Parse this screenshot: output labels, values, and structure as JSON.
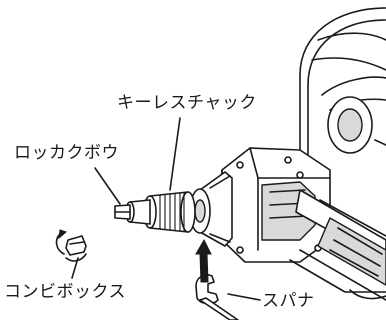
{
  "labels": {
    "keyless_chuck": "キーレスチャック",
    "lock_rod": "ロッカクボウ",
    "combi_box": "コンビボックス",
    "spanner": "スパナ"
  }
}
